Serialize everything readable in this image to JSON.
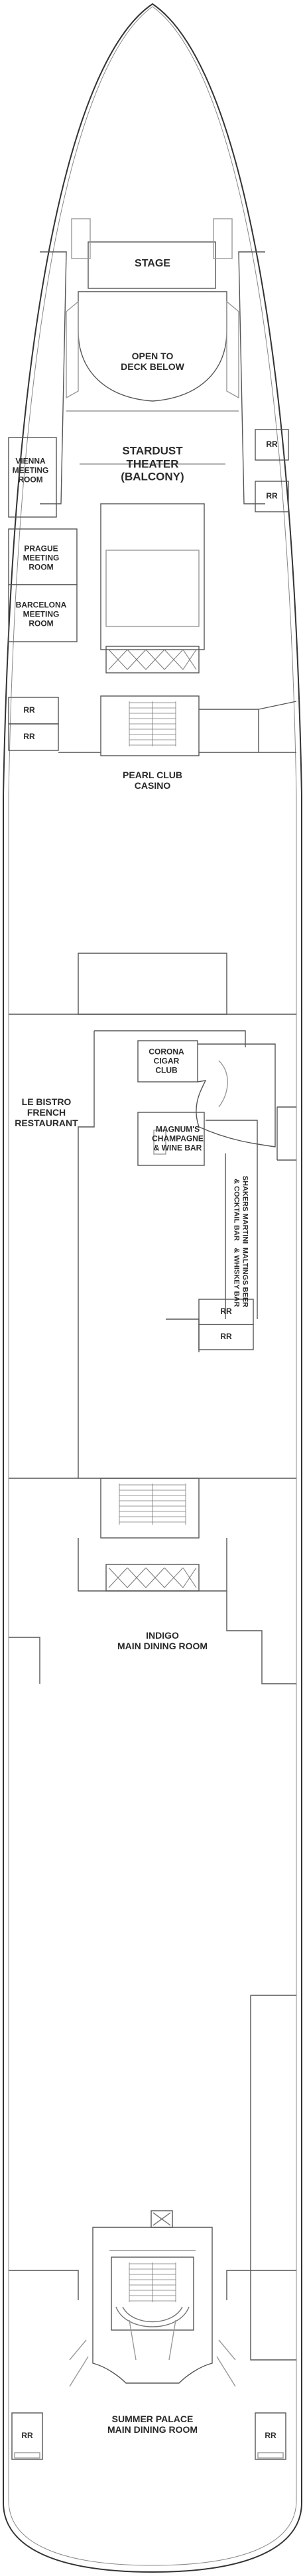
{
  "deck_plan": {
    "labels": {
      "stage": "STAGE",
      "open_to_deck_below": "OPEN TO\nDECK BELOW",
      "stardust_theater": "STARDUST\nTHEATER\n(BALCONY)",
      "vienna_meeting_room": "VIENNA\nMEETING\nROOM",
      "prague_meeting_room": "PRAGUE\nMEETING\nROOM",
      "barcelona_meeting_room": "BARCELONA\nMEETING\nROOM",
      "pearl_club_casino": "PEARL CLUB\nCASINO",
      "le_bistro": "LE BISTRO\nFRENCH\nRESTAURANT",
      "corona_cigar_club": "CORONA\nCIGAR\nCLUB",
      "magnums_bar": "MAGNUM'S\nCHAMPAGNE\n& WINE BAR",
      "shakers_bar": "SHAKERS MARTINI\n& COCKTAIL BAR",
      "maltings_bar": "MALTINGS BEER\n& WHISKEY BAR",
      "indigo_dining": "INDIGO\nMAIN DINING ROOM",
      "summer_palace_dining": "SUMMER PALACE\nMAIN DINING ROOM"
    },
    "restroom_label": "RR"
  }
}
